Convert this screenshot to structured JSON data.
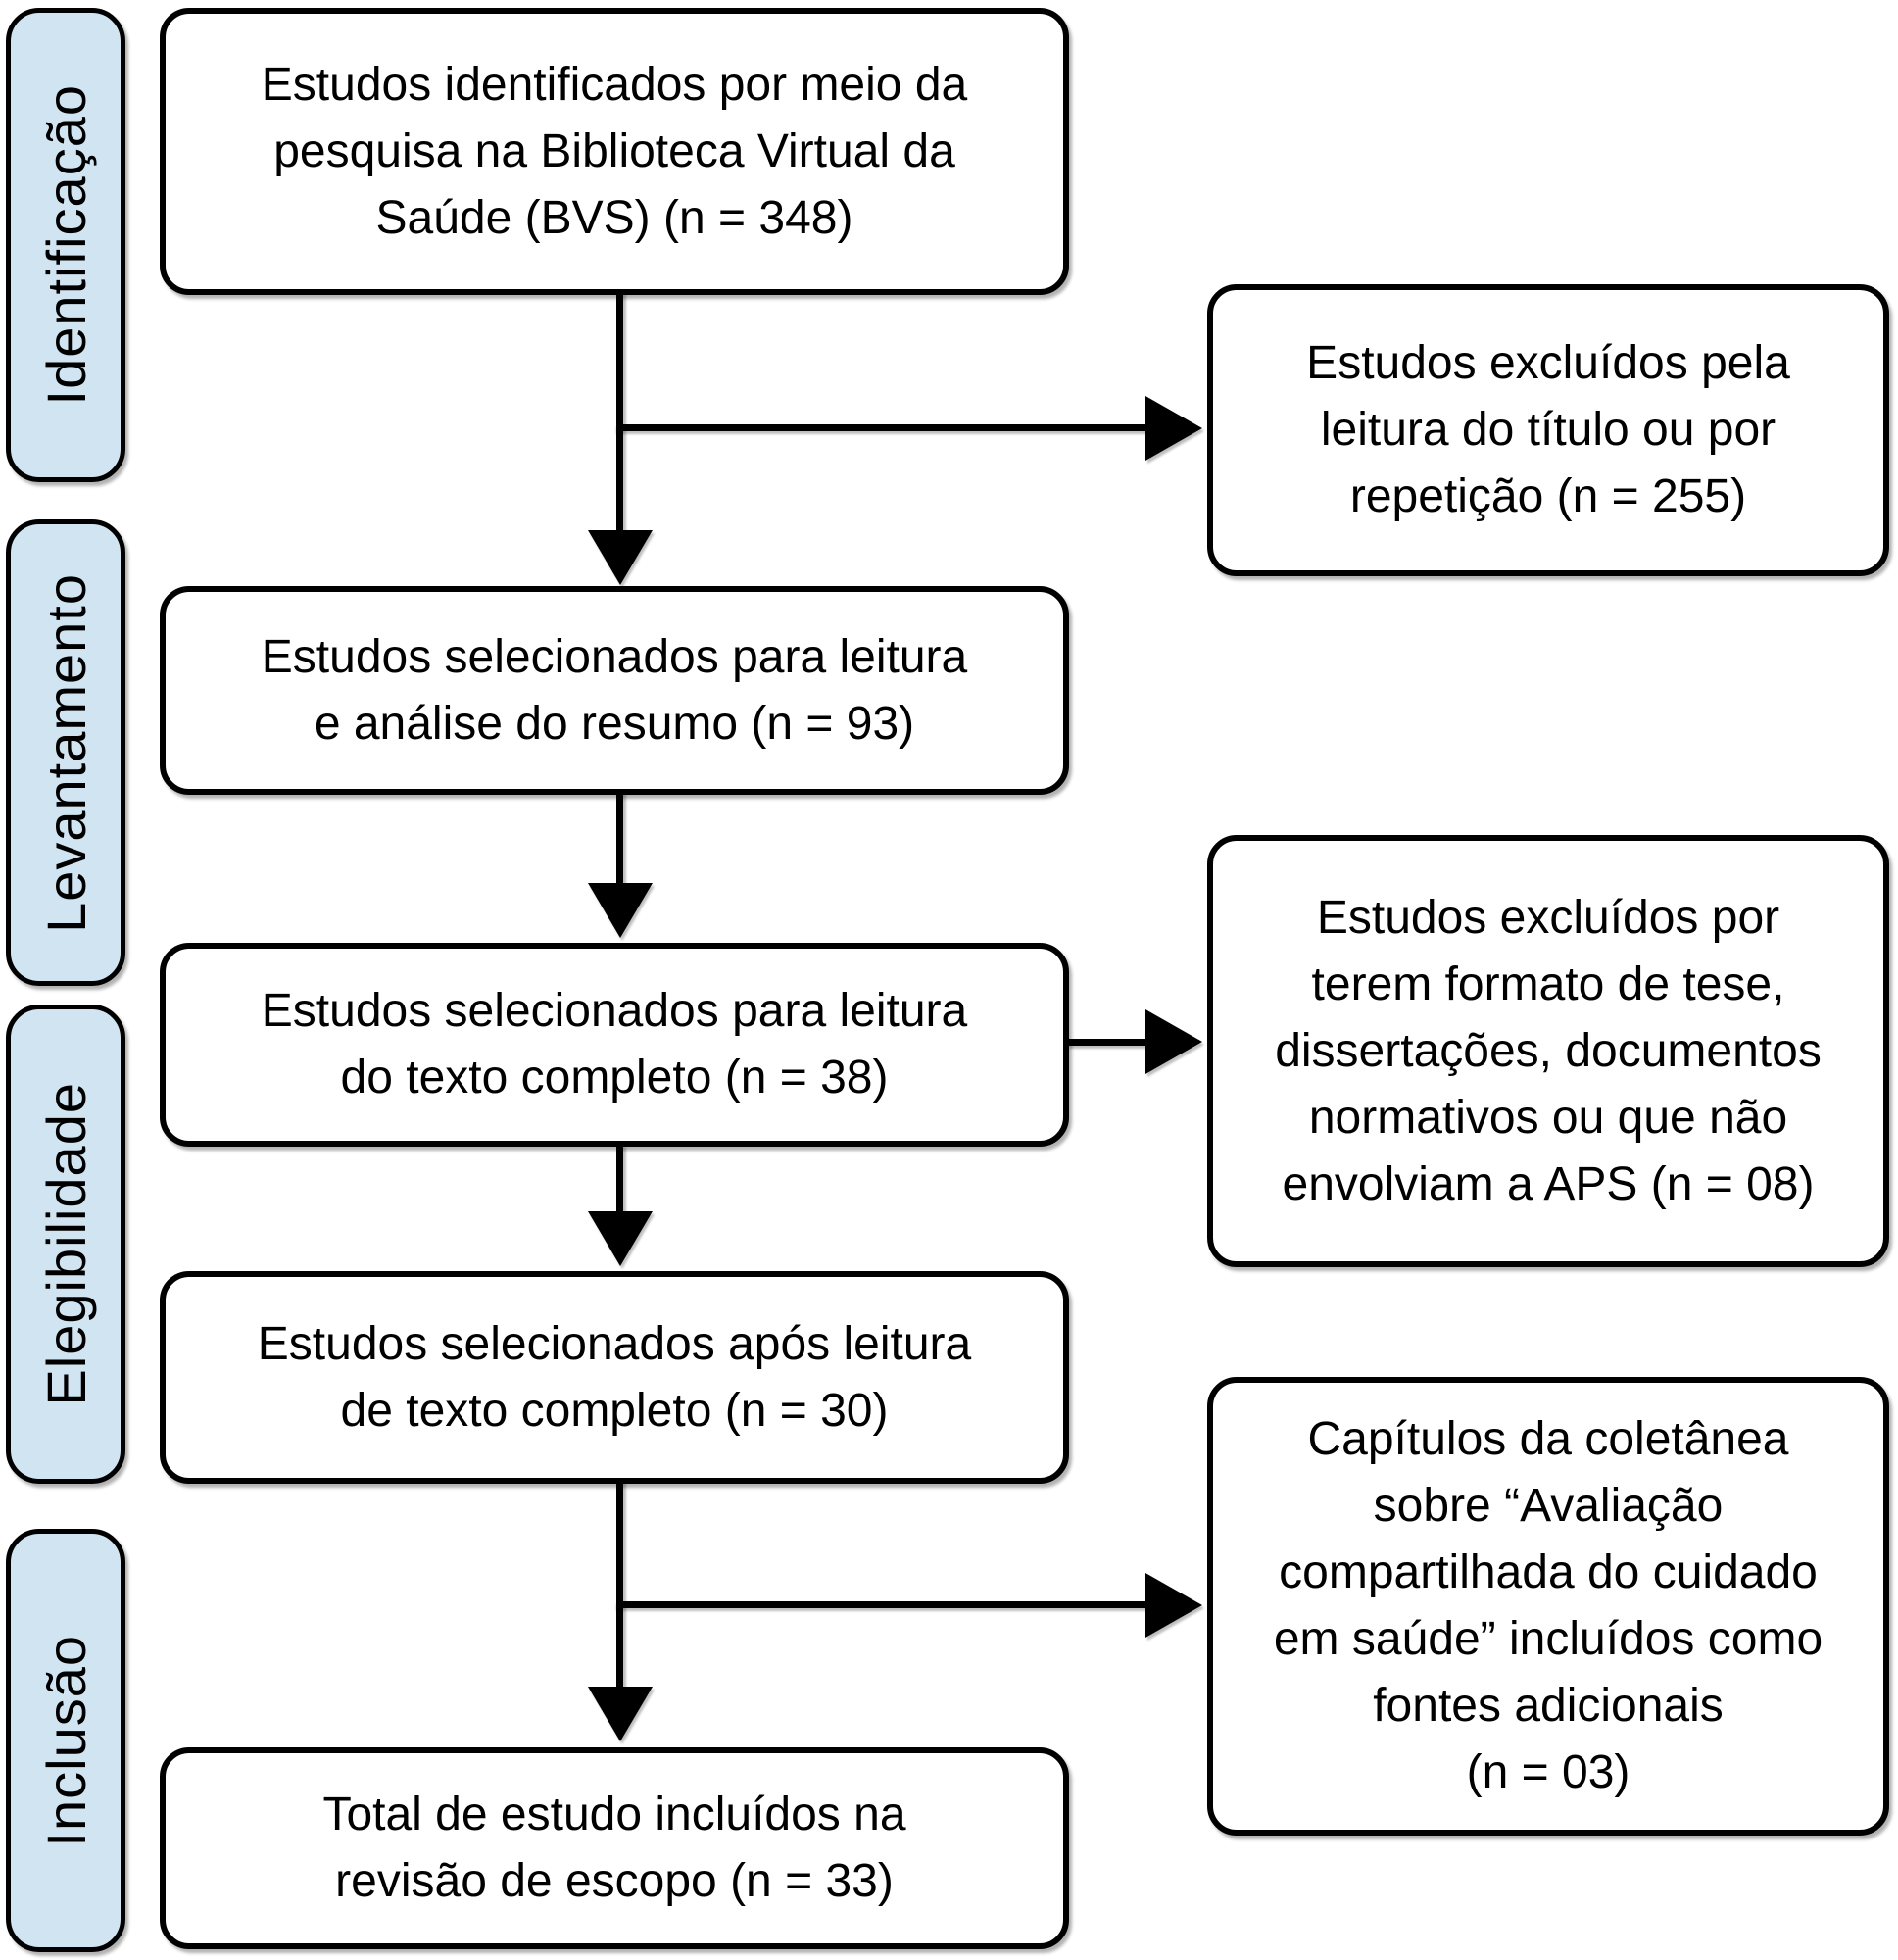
{
  "sidebar": {
    "stages": [
      {
        "id": "identificacao",
        "label": "Identificação"
      },
      {
        "id": "levantamento",
        "label": "Levantamento"
      },
      {
        "id": "elegibilidade",
        "label": "Elegibilidade"
      },
      {
        "id": "inclusao",
        "label": "Inclusão"
      }
    ]
  },
  "flow": {
    "main_boxes": [
      {
        "id": "identified",
        "n": "348",
        "text": "Estudos identificados por meio da\npesquisa na Biblioteca Virtual da\nSaúde (BVS) (n = 348)"
      },
      {
        "id": "abstract-screening",
        "n": "93",
        "text": "Estudos selecionados para leitura\ne análise do resumo (n = 93)"
      },
      {
        "id": "fulltext-selected",
        "n": "38",
        "text": "Estudos selecionados para leitura\ndo texto completo (n = 38)"
      },
      {
        "id": "after-fulltext",
        "n": "30",
        "text": "Estudos selecionados após leitura\nde texto completo (n = 30)"
      },
      {
        "id": "included-total",
        "n": "33",
        "text": "Total de estudo incluídos na\nrevisão de escopo (n = 33)"
      }
    ],
    "side_boxes": [
      {
        "id": "excluded-title",
        "n": "255",
        "text": "Estudos excluídos pela\nleitura do título ou por\nrepetição (n = 255)"
      },
      {
        "id": "excluded-format",
        "n": "08",
        "text": "Estudos excluídos por\nterem formato de tese,\ndissertações, documentos\nnormativos ou que não\nenvolviam a APS (n = 08)"
      },
      {
        "id": "additional-sources",
        "n": "03",
        "text": "Capítulos da coletânea\nsobre “Avaliação\ncompartilhada do cuidado\nem saúde” incluídos como\nfontes adicionais\n(n = 03)"
      }
    ]
  },
  "colors": {
    "stage_fill": "#d0e4f1",
    "box_fill": "#ffffff",
    "border": "#000000",
    "text": "#000000"
  }
}
